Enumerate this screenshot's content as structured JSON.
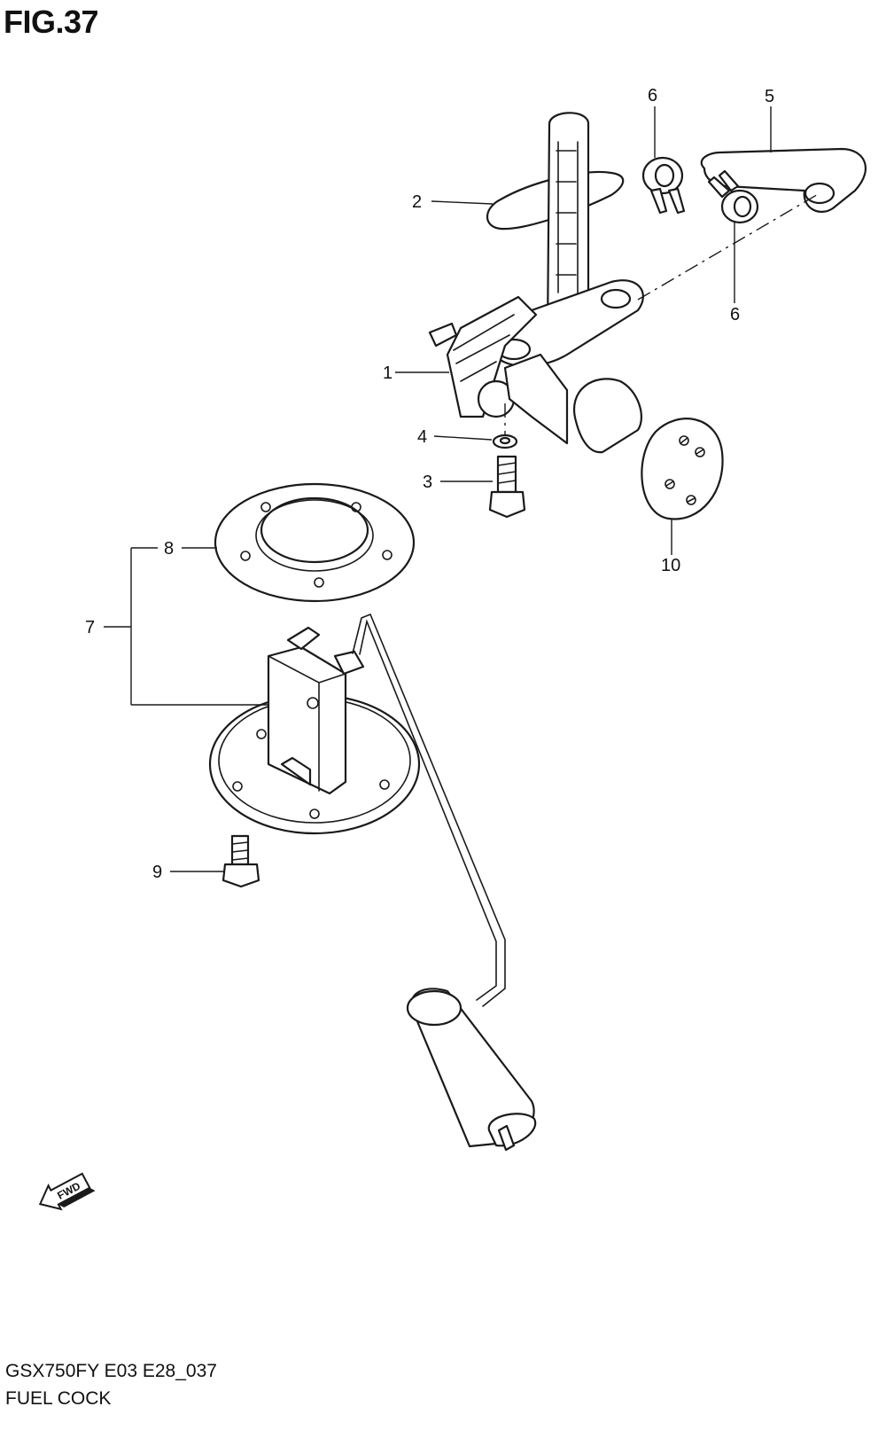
{
  "figure_title": "FIG.37",
  "callouts": [
    "1",
    "2",
    "3",
    "4",
    "5",
    "6",
    "6",
    "7",
    "8",
    "9",
    "10"
  ],
  "fwd_label": "FWD",
  "footer": {
    "model_code": "GSX750FY E03 E28_037",
    "section_name": "FUEL COCK"
  }
}
